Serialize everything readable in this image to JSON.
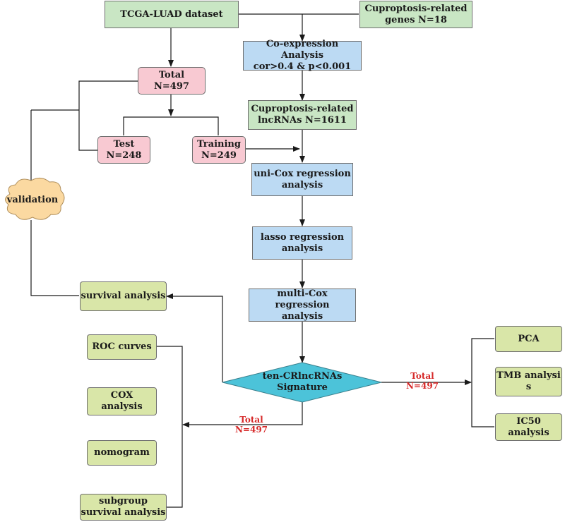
{
  "nodes": {
    "tcga": {
      "line1": "TCGA-LUAD dataset"
    },
    "genes": {
      "line1": "Cuproptosis-related",
      "line2": "genes N=18"
    },
    "coexp": {
      "line1": "Co-expression Analysis",
      "line2": "cor>0.4 & p<0.001"
    },
    "total": {
      "line1": "Total",
      "line2": "N=497"
    },
    "lncrnas": {
      "line1": "Cuproptosis-related",
      "line2": "lncRNAs N=1611"
    },
    "test": {
      "line1": "Test",
      "line2": "N=248"
    },
    "training": {
      "line1": "Training",
      "line2": "N=249"
    },
    "unicox": {
      "line1": "uni-Cox regression",
      "line2": "analysis"
    },
    "validation": {
      "line1": "validation"
    },
    "lasso": {
      "line1": "lasso regression",
      "line2": "analysis"
    },
    "multicox": {
      "line1": "multi-Cox regression",
      "line2": "analysis"
    },
    "survival": {
      "line1": "survival analysis"
    },
    "signature": {
      "line1": "ten-CRlncRNAs",
      "line2": "Signature"
    },
    "roc": {
      "line1": "ROC curves"
    },
    "cox": {
      "line1": "COX",
      "line2": "analysis"
    },
    "nomogram": {
      "line1": "nomogram"
    },
    "subgroup": {
      "line1": "subgroup",
      "line2": "survival analysis"
    },
    "pca": {
      "line1": "PCA"
    },
    "tmb": {
      "line1": "TMB analysi",
      "line2": "s"
    },
    "ic50": {
      "line1": "IC50 analysis"
    }
  },
  "edge_labels": {
    "right": {
      "line1": "Total",
      "line2": "N=497"
    },
    "bottom": {
      "line1": "Total",
      "line2": "N=497"
    }
  },
  "colors": {
    "green": "#c9e6c4",
    "blue": "#bcdaf3",
    "pink": "#f8c9d2",
    "olive": "#d9e6a8",
    "diamond": "#4cc3d9",
    "cloud": "#fbd9a1",
    "label_red": "#d62828"
  }
}
